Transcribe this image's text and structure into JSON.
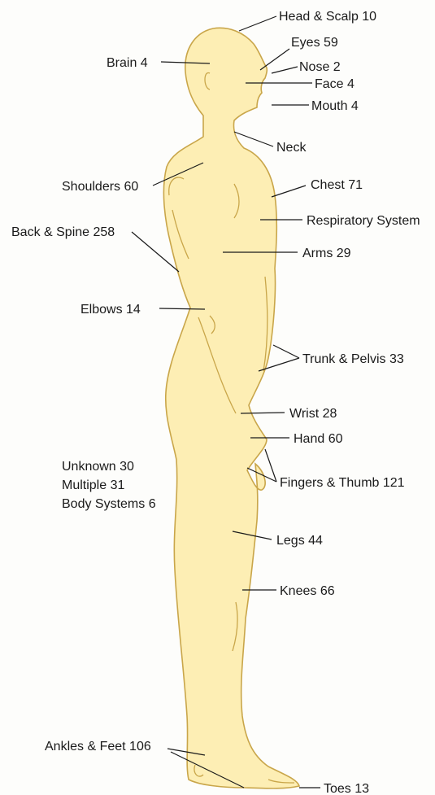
{
  "labels": {
    "head_scalp": "Head & Scalp  10",
    "eyes": "Eyes  59",
    "brain": "Brain  4",
    "nose": "Nose  2",
    "face": "Face  4",
    "mouth": "Mouth  4",
    "neck": "Neck",
    "shoulders": "Shoulders  60",
    "chest": "Chest  71",
    "respiratory": "Respiratory System",
    "back_spine": "Back & Spine  258",
    "arms": "Arms  29",
    "elbows": "Elbows  14",
    "trunk_pelvis": "Trunk & Pelvis  33",
    "wrist": "Wrist  28",
    "hand": "Hand  60",
    "unknown": "Unknown  30",
    "multiple": "Multiple  31",
    "body_systems": "Body Systems  6",
    "fingers_thumb": "Fingers & Thumb  121",
    "legs": "Legs  44",
    "knees": "Knees  66",
    "ankles_feet": "Ankles & Feet  106",
    "toes": "Toes  13"
  },
  "colors": {
    "body_fill": "#fdeeb4",
    "body_outline": "#c9a64a",
    "leader": "#1a1a1a"
  }
}
